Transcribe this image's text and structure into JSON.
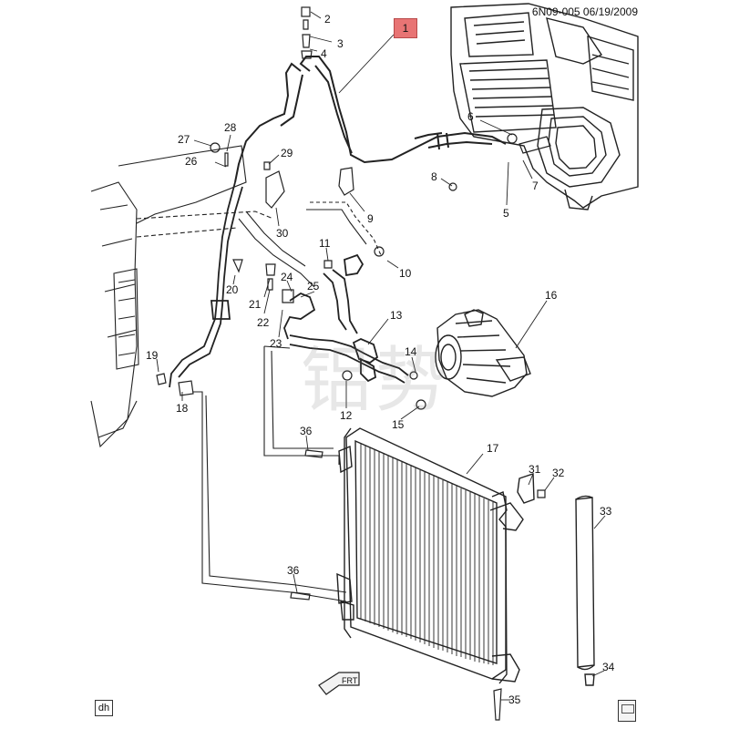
{
  "header": {
    "code": "6N09-005  06/19/2009"
  },
  "highlight_callout": {
    "label": "1"
  },
  "footer": {
    "left_icon_label": "dh",
    "right_icon": "manual-book-icon"
  },
  "front_arrow": {
    "label": "FRT"
  },
  "watermark": {
    "text": "铝势"
  },
  "callouts": [
    "2",
    "3",
    "4",
    "6",
    "5",
    "7",
    "8",
    "9",
    "27",
    "28",
    "29",
    "26",
    "30",
    "10",
    "11",
    "20",
    "21",
    "22",
    "23",
    "24",
    "25",
    "16",
    "13",
    "14",
    "19",
    "18",
    "12",
    "15",
    "36",
    "17",
    "31",
    "32",
    "33",
    "34",
    "35"
  ],
  "colors": {
    "highlight": "#e87474",
    "line": "#222222",
    "background": "#ffffff"
  }
}
